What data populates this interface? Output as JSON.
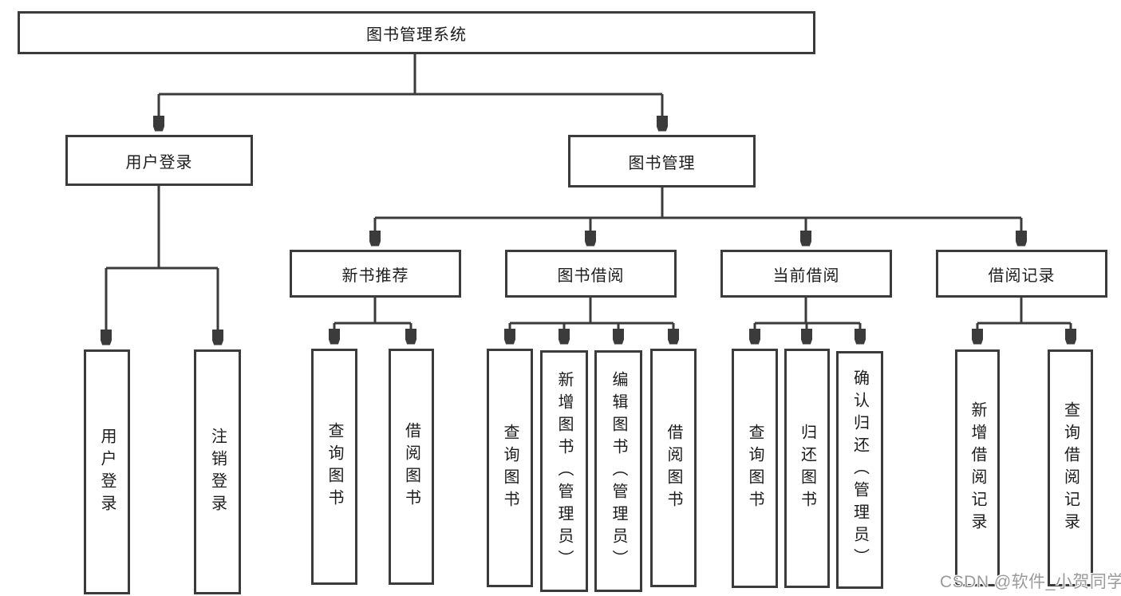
{
  "colors": {
    "line": "#3b3b3b",
    "node_border": "#3b3b3b",
    "node_text": "#1c1c1c",
    "background": "#ffffff",
    "watermark_text": "#9a9a9a"
  },
  "nodes": {
    "root": "图书管理系统",
    "level2": [
      "用户登录",
      "图书管理"
    ],
    "level3": [
      "新书推荐",
      "图书借阅",
      "当前借阅",
      "借阅记录"
    ],
    "leaves": {
      "user_login": [
        "用户登录",
        "注销登录"
      ],
      "new_book_recommend": [
        "查询图书",
        "借阅图书"
      ],
      "book_borrow": [
        "查询图书",
        "新增图书（管理员）",
        "编辑图书（管理员）",
        "借阅图书"
      ],
      "current_borrow": [
        "查询图书",
        "归还图书",
        "确认归还（管理员）"
      ],
      "borrow_records": [
        "新增借阅记录",
        "查询借阅记录"
      ]
    }
  },
  "watermark": "CSDN @软件_小贺同学"
}
